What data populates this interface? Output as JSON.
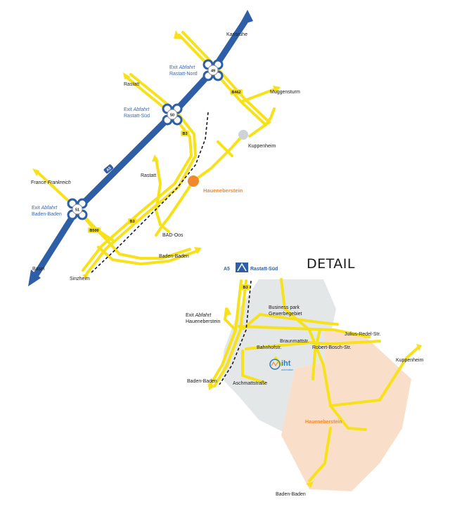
{
  "overview": {
    "cities": {
      "karlsruhe": "Karlsruhe",
      "rastatt_top": "Rastatt",
      "rastatt_mid": "Rastatt",
      "muggensturm": "Muggensturm",
      "kuppenheim": "Kuppenheim",
      "hauenebersten": "Haueneberstein",
      "france": "France",
      "france_italic": "Frankreich",
      "bad_oos": "BAD-Oos",
      "baden_baden": "Baden-Baden",
      "sinzheim": "Sinzheim",
      "basel": "Basel"
    },
    "exits": {
      "rastatt_nord": {
        "prefix": "Exit",
        "word": "Abfahrt",
        "name": "Rastatt-Nord",
        "number": "49"
      },
      "rastatt_sued": {
        "prefix": "Exit",
        "word": "Abfahrt",
        "name": "Rastatt-Süd",
        "number": "50"
      },
      "baden_baden": {
        "prefix": "Exit",
        "word": "Abfahrt",
        "name": "Baden-Baden",
        "number": "51"
      }
    },
    "roads": {
      "a5": "A5",
      "b462": "B462",
      "b3_upper": "B3",
      "b3_lower": "B3",
      "b500": "B500"
    }
  },
  "detail": {
    "heading": "DETAIL",
    "autobahn_label": "A5",
    "exit_sign": "Rastatt-Süd",
    "b3": "B3",
    "exit_prefix": "Exit",
    "exit_word": "Abfahrt",
    "exit_name": "Haueneberstein",
    "business_park_1": "Business park",
    "business_park_2": "Gewerbegebiet",
    "streets": {
      "julius": "Julius-Redel-Str.",
      "braunmatt": "Braunmattstr.",
      "bosch": "Robert-Bosch-Str.",
      "bahnhof": "Bahnhofstr.",
      "aschmatt": "Aschmattstraße"
    },
    "kuppenheim": "Kuppenheim",
    "baden_baden_left": "Baden-Baden",
    "baden_baden_bottom": "Baden-Baden",
    "haueneberstein": "Haueneberstein",
    "logo_text": "iht",
    "logo_sub": "automation"
  },
  "colors": {
    "road_yellow": "#f7e11a",
    "autobahn_blue": "#2e5fa6",
    "town_orange": "#f0892c",
    "business_grey": "#e4e7e8",
    "town_area": "#f9dfca"
  }
}
